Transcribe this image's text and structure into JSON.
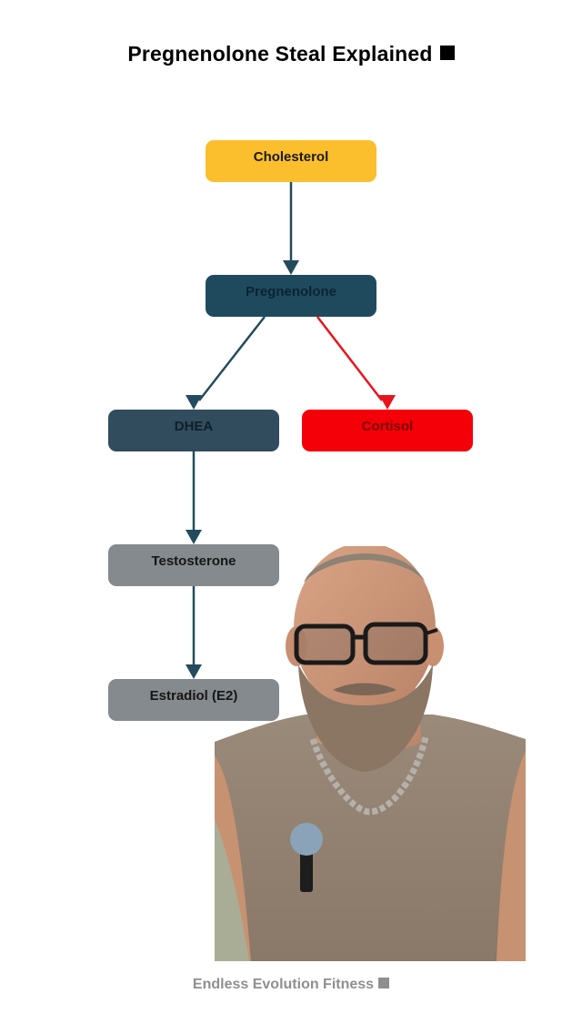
{
  "title": "Pregnenolone Steal Explained",
  "title_glyph": "black-square-icon",
  "nodes": {
    "cholesterol": "Cholesterol",
    "pregnenolone": "Pregnenolone",
    "dhea": "DHEA",
    "cortisol": "Cortisol",
    "testosterone": "Testosterone",
    "estradiol": "Estradiol (E2)"
  },
  "edges": [
    {
      "from": "Cholesterol",
      "to": "Pregnenolone"
    },
    {
      "from": "Pregnenolone",
      "to": "DHEA"
    },
    {
      "from": "Pregnenolone",
      "to": "Cortisol"
    },
    {
      "from": "DHEA",
      "to": "Testosterone"
    },
    {
      "from": "Testosterone",
      "to": "Estradiol (E2)"
    }
  ],
  "colors": {
    "cholesterol": "#fbbf2d",
    "pregnenolone": "#1f4a5e",
    "dhea": "#314c5d",
    "cortisol": "#f40008",
    "testosterone": "#858a8e",
    "estradiol": "#858a8e",
    "arrow_main": "#234b5d",
    "arrow_cortisol": "#e8141c"
  },
  "presenter": {
    "description_icon": "presenter-photo"
  },
  "footer": {
    "text": "Endless Evolution Fitness",
    "glyph": "gray-square-icon"
  }
}
